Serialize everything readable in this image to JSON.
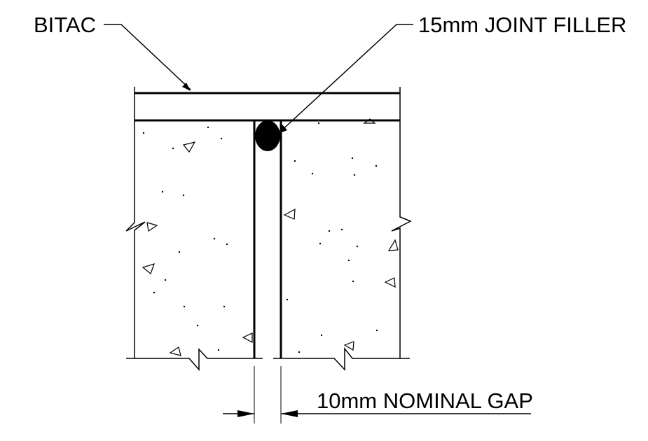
{
  "labels": {
    "bitac": "BITAC",
    "joint_filler": "15mm JOINT FILLER",
    "gap": "10mm NOMINAL GAP"
  },
  "colors": {
    "line": "#000000",
    "background": "#ffffff"
  }
}
